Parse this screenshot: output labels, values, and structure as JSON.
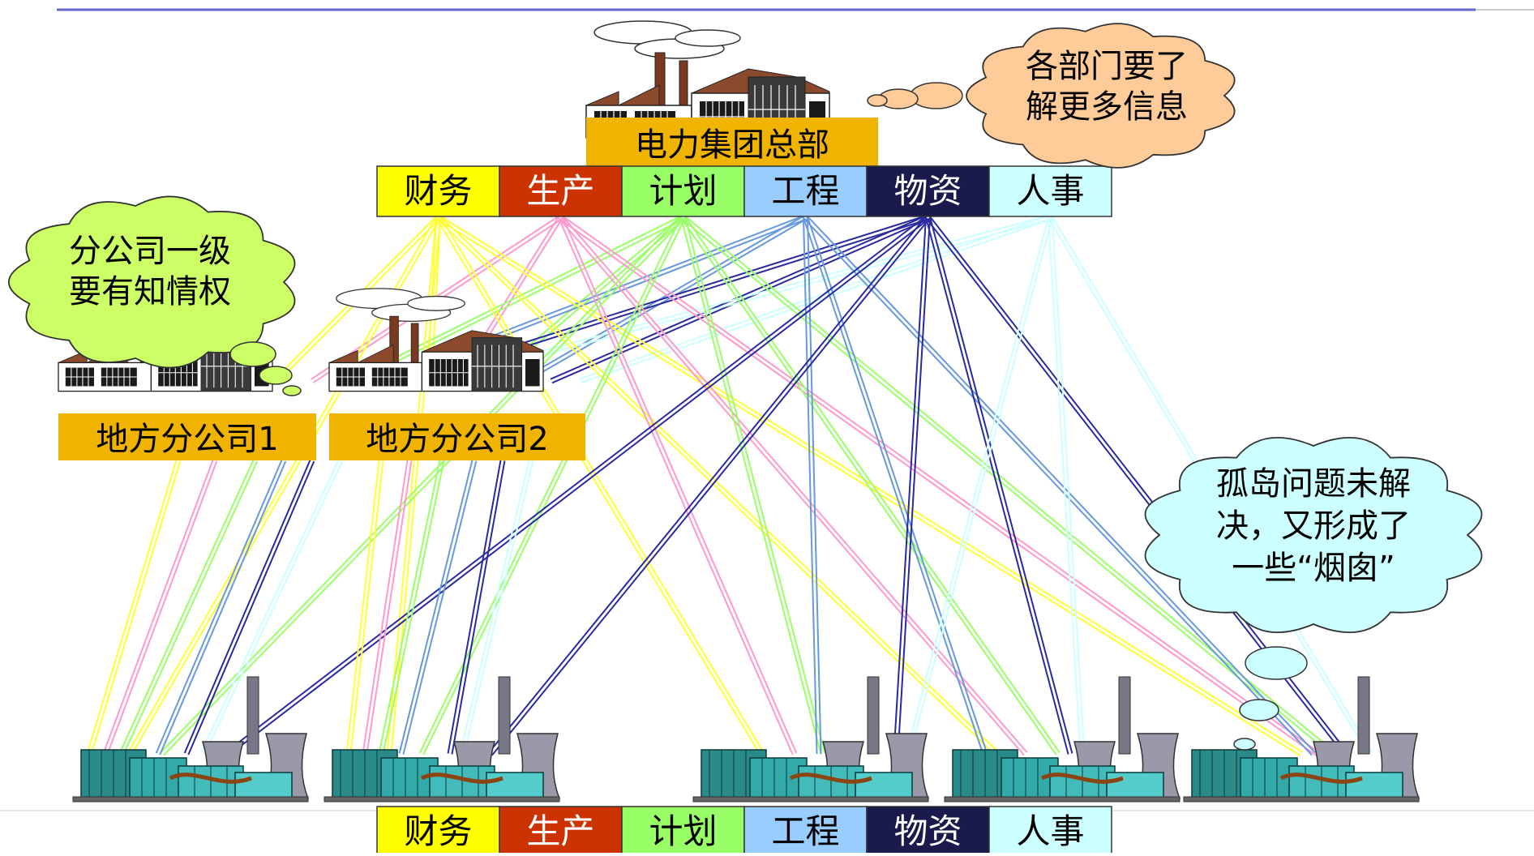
{
  "hq_label": "电力集团总部",
  "branch1_label": "地方分公司1",
  "branch2_label": "地方分公司2",
  "departments": [
    {
      "label": "财务",
      "color": "#ffff00",
      "line_color": "#ffff33",
      "text_color": "#000000"
    },
    {
      "label": "生产",
      "color": "#cc3300",
      "line_color": "#ff99cc",
      "text_color": "#ffffff"
    },
    {
      "label": "计划",
      "color": "#99ff66",
      "line_color": "#99ff66",
      "text_color": "#000000"
    },
    {
      "label": "工程",
      "color": "#99ccff",
      "line_color": "#6699dd",
      "text_color": "#000000"
    },
    {
      "label": "物资",
      "color": "#1a1a4d",
      "line_color": "#2a2aa0",
      "text_color": "#ffffff"
    },
    {
      "label": "人事",
      "color": "#ccffff",
      "line_color": "#ccffff",
      "text_color": "#000000"
    }
  ],
  "clouds": {
    "hq": {
      "lines": [
        "各部门要了",
        "解更多信息"
      ],
      "color": "#ffcc99"
    },
    "branch": {
      "lines": [
        "分公司一级",
        "要有知情权"
      ],
      "color": "#ccff66"
    },
    "plants": {
      "lines": [
        "孤岛问题未解",
        "决，又形成了",
        "一些“烟囱”"
      ],
      "color": "#ccffff"
    }
  },
  "colors": {
    "label_bar": "#f0b400",
    "top_rule": "#6666cc"
  }
}
